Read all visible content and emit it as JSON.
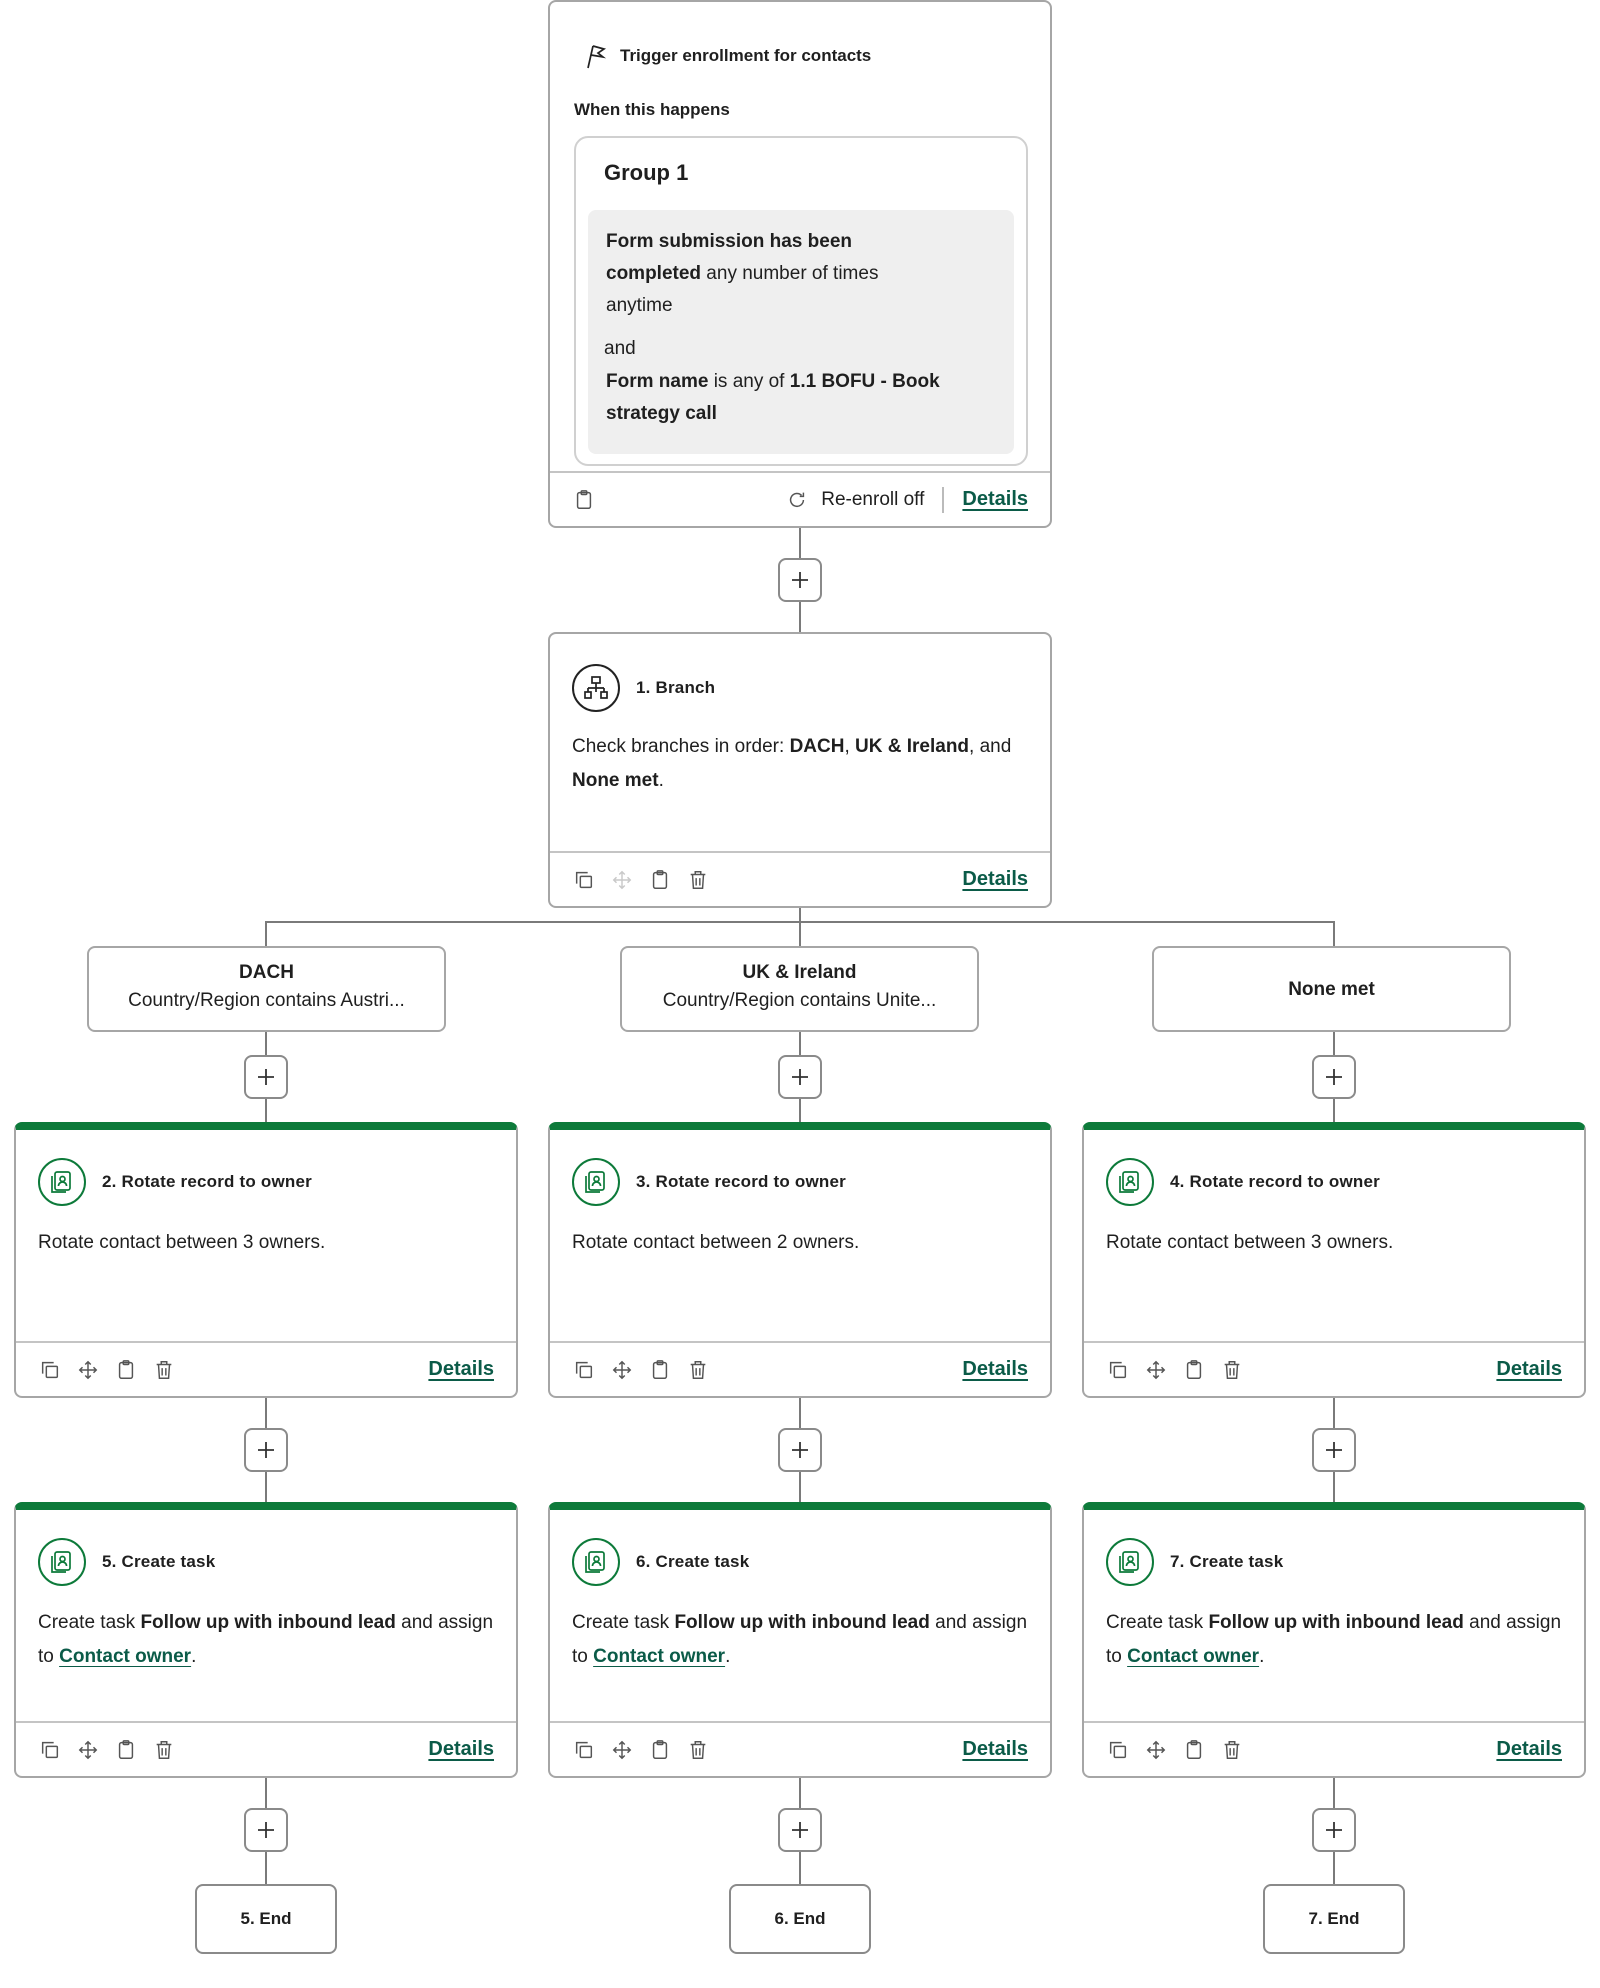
{
  "trigger": {
    "title": "Trigger enrollment for contacts",
    "when_label": "When this happens",
    "group_title": "Group 1",
    "filter1_bold": "Form submission has been completed",
    "filter1_rest": " any number of times anytime",
    "joiner": "and",
    "filter2_prop": "Form name",
    "filter2_op": " is any of ",
    "filter2_value": "1.1 BOFU - Book strategy call",
    "reenroll": "Re-enroll off",
    "details": "Details"
  },
  "branch": {
    "title": "1. Branch",
    "desc_prefix": "Check branches in order: ",
    "b1": "DACH",
    "sep1": ", ",
    "b2": "UK & Ireland",
    "sep2": ", and ",
    "b3": "None met",
    "end": ".",
    "details": "Details"
  },
  "branches": [
    {
      "name": "DACH",
      "condition": "Country/Region contains Austri..."
    },
    {
      "name": "UK & Ireland",
      "condition": "Country/Region contains Unite..."
    },
    {
      "name": "None met",
      "condition": ""
    }
  ],
  "rotate_actions": [
    {
      "title": "2. Rotate record to owner",
      "body": "Rotate contact between 3 owners.",
      "details": "Details"
    },
    {
      "title": "3. Rotate record to owner",
      "body": "Rotate contact between 2 owners.",
      "details": "Details"
    },
    {
      "title": "4. Rotate record to owner",
      "body": "Rotate contact between 3 owners.",
      "details": "Details"
    }
  ],
  "task_actions": [
    {
      "title": "5. Create task",
      "p1": "Create task ",
      "task": "Follow up with inbound lead",
      "p2": " and assign to ",
      "owner": "Contact owner",
      "p3": ".",
      "details": "Details"
    },
    {
      "title": "6. Create task",
      "p1": "Create task ",
      "task": "Follow up with inbound lead",
      "p2": " and assign to ",
      "owner": "Contact owner",
      "p3": ".",
      "details": "Details"
    },
    {
      "title": "7. Create task",
      "p1": "Create task ",
      "task": "Follow up with inbound lead",
      "p2": " and assign to ",
      "owner": "Contact owner",
      "p3": ".",
      "details": "Details"
    }
  ],
  "ends": [
    "5. End",
    "6. End",
    "7. End"
  ],
  "colors": {
    "accent_green": "#0d7a3a",
    "link_teal": "#0b5b48"
  },
  "icons": [
    "flag-icon",
    "clipboard-icon",
    "refresh-icon",
    "branch-icon",
    "copy-icon",
    "move-icon",
    "trash-icon",
    "rotate-owner-icon",
    "plus-icon"
  ]
}
